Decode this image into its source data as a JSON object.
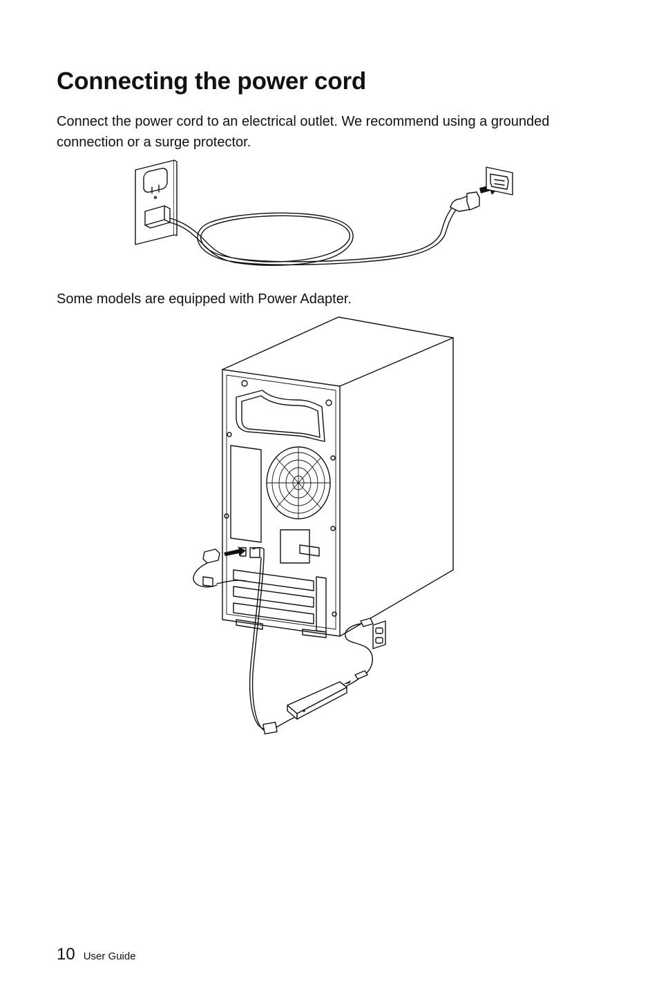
{
  "page": {
    "title": "Connecting the power cord",
    "intro": "Connect the power cord to an electrical outlet. We recommend using a grounded connection or a surge protector.",
    "adapter_note": "Some models are equipped with Power Adapter."
  },
  "footer": {
    "page_number": "10",
    "doc_name": "User Guide"
  },
  "figures": {
    "cord_figure_icon": "power-cord-wall-outlet-illustration",
    "adapter_figure_icon": "tower-pc-power-adapter-illustration"
  }
}
